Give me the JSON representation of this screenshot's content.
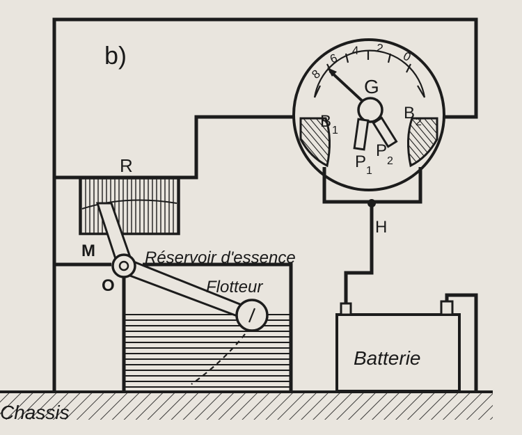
{
  "diagram": {
    "panel_label": "b)",
    "labels": {
      "resistor": "R",
      "gauge": "G",
      "coil_left": "B",
      "coil_left_sub": "1",
      "coil_right": "B",
      "coil_right_sub": "2",
      "pole_left": "P",
      "pole_left_sub": "1",
      "pole_right": "P",
      "pole_right_sub": "2",
      "junction": "H",
      "slider": "M",
      "pivot": "O",
      "tank": "Réservoir d'essence",
      "float": "Flotteur",
      "battery": "Batterie",
      "chassis": "Chassis"
    },
    "scale_marks": [
      "8",
      "6",
      "4",
      "2",
      "0"
    ],
    "colors": {
      "ink": "#1c1c1c",
      "paper": "#e9e5de"
    }
  }
}
